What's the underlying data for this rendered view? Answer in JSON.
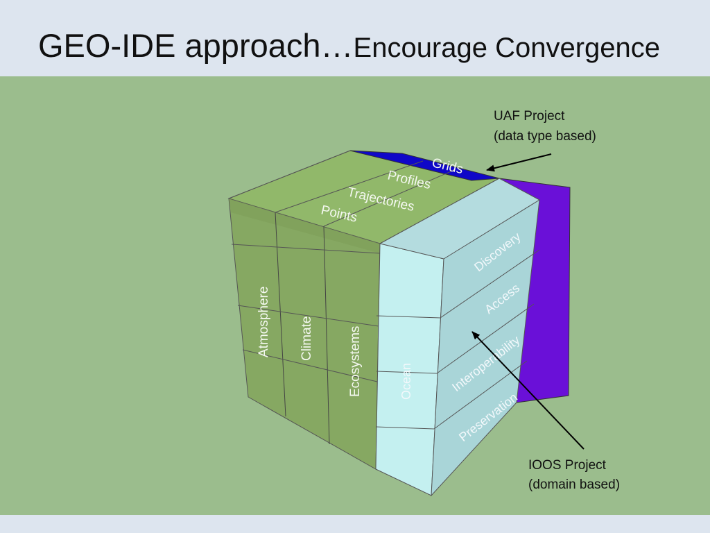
{
  "title": {
    "main": "GEO-IDE approach…",
    "sub": "Encourage Convergence"
  },
  "cube": {
    "top_labels": [
      "Grids",
      "Profiles",
      "Trajectories",
      "Points"
    ],
    "domain_labels": [
      "Atmosphere",
      "Climate",
      "Ecosystems",
      "Ocean"
    ],
    "service_labels": [
      "Discovery",
      "Access",
      "Interoperability",
      "Preservation"
    ]
  },
  "callouts": {
    "uaf": {
      "line1": "UAF Project",
      "line2": "(data type based)"
    },
    "ioos": {
      "line1": "IOOS Project",
      "line2": "(domain based)"
    }
  },
  "colors": {
    "background": "#9bbd8d",
    "green_face": "#86a862",
    "ocean_face": "#c4f0f0",
    "service_face": "#a9d5d8",
    "grids_band": "#0f07c8",
    "purple_band": "#6a10d8"
  }
}
